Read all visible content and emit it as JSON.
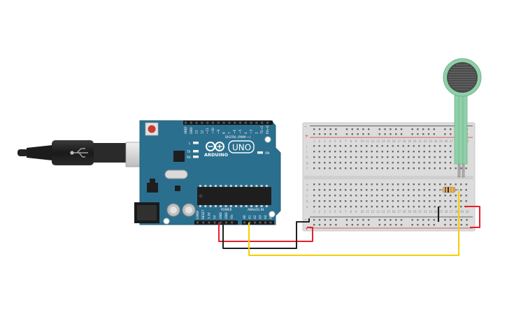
{
  "colors": {
    "arduino_board": "#2b6f8f",
    "breadboard": "#dcdcdc",
    "wire_red": "#e8202a",
    "wire_black": "#1f1f1f",
    "wire_yellow": "#f5d000",
    "sensor_strip": "#8fd0a8",
    "sensor_pad": "#4a4a4a"
  },
  "arduino": {
    "brand": "ARDUINO",
    "model": "UNO",
    "digital_header_label": "DIGITAL (PWM ~)",
    "power_label": "POWER",
    "analog_label": "ANALOG IN",
    "led_labels": [
      "L",
      "TX",
      "RX"
    ],
    "on_label": "ON",
    "digital_pins": [
      "AREF",
      "GND",
      "13",
      "12",
      "~11",
      "~10",
      "~9",
      "8",
      "7",
      "~6",
      "~5",
      "4",
      "~3",
      "2",
      "TX→1",
      "RX←0"
    ],
    "power_pins": [
      "IOREF",
      "RESET",
      "3.3V",
      "5V",
      "GND",
      "GND",
      "Vin"
    ],
    "analog_pins": [
      "A0",
      "A1",
      "A2",
      "A3",
      "A4",
      "A5"
    ]
  },
  "breadboard": {
    "rail_plus": "+",
    "rail_minus": "-",
    "column_labels": [
      "1",
      "2",
      "3",
      "4",
      "5",
      "6",
      "7",
      "8",
      "9",
      "10",
      "11",
      "12",
      "13",
      "14",
      "15",
      "16",
      "17",
      "18",
      "19",
      "20",
      "21",
      "22",
      "23",
      "24",
      "25",
      "26",
      "27",
      "28",
      "29",
      "30"
    ],
    "row_labels_top": [
      "j",
      "i",
      "h",
      "g",
      "f"
    ],
    "row_labels_bottom": [
      "e",
      "d",
      "c",
      "b",
      "a"
    ]
  },
  "components": {
    "usb_cable": "usb-cable",
    "force_sensor": "force-sensitive-resistor",
    "resistor": "resistor"
  }
}
